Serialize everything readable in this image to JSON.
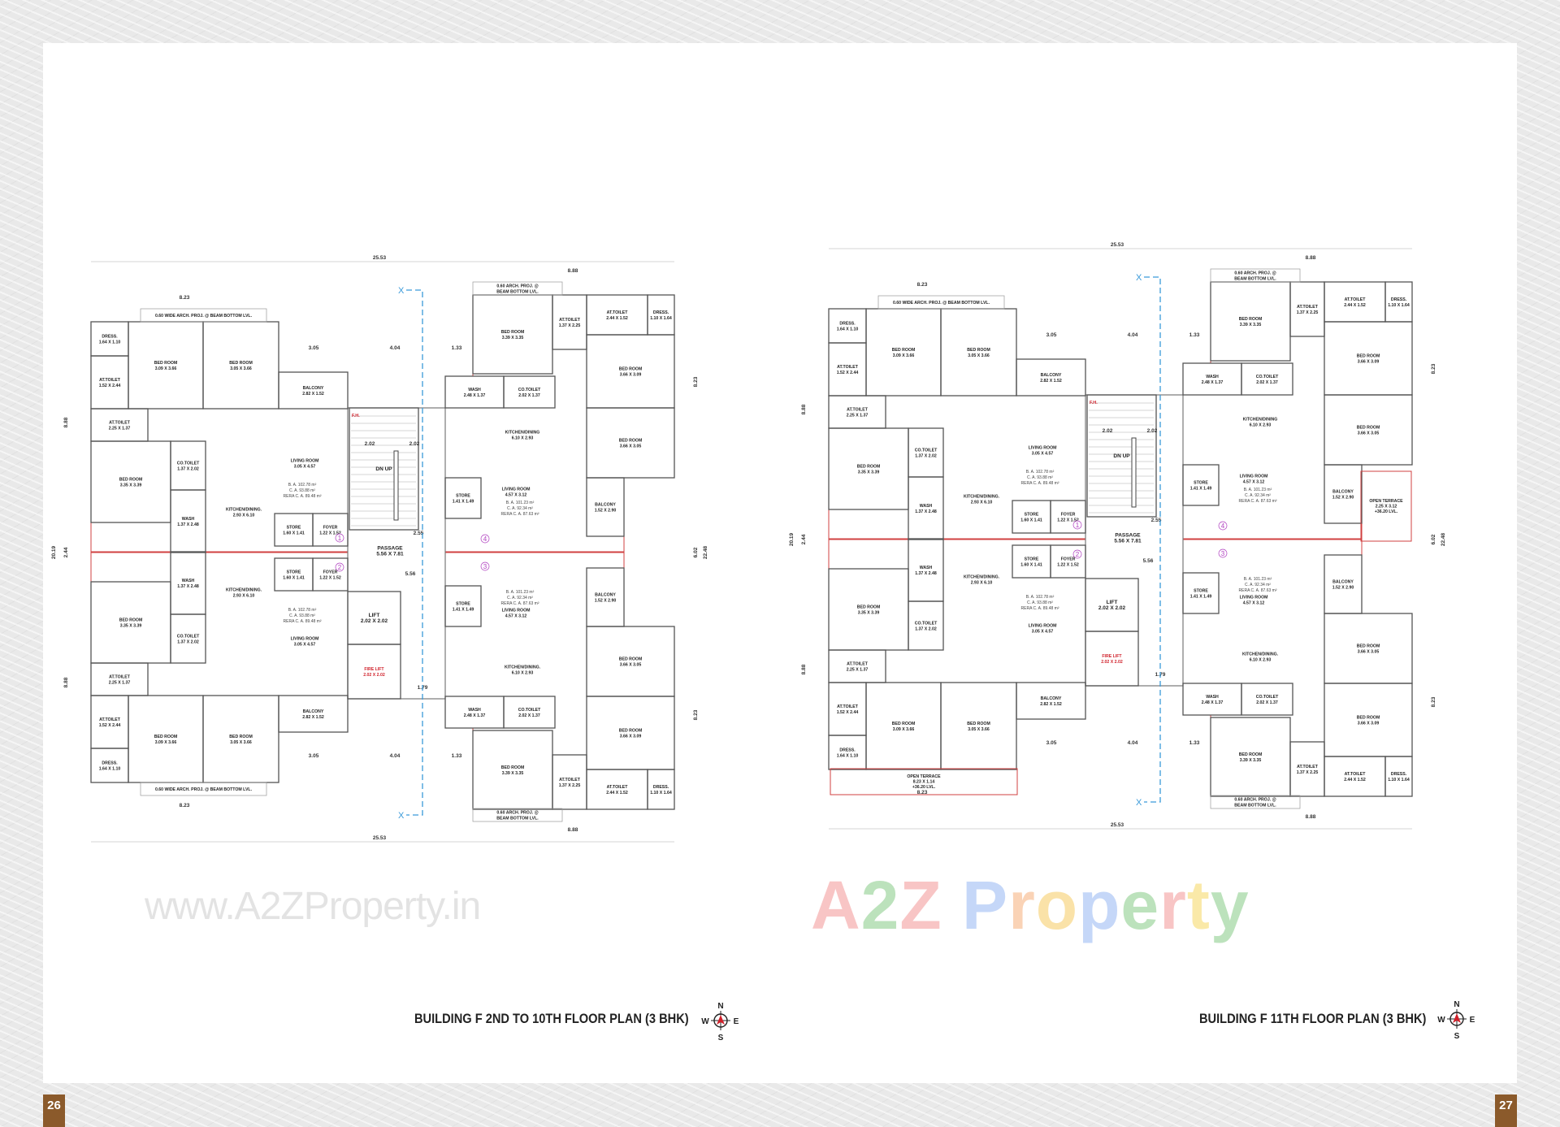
{
  "pages": {
    "left": "26",
    "right": "27"
  },
  "colors": {
    "wall": "#555555",
    "flat_outline": "#d04040",
    "section_line": "#3a9ad9",
    "marker": "#b040c0",
    "page_tab": "#8b5a2b",
    "fire_lift": "#d0202a"
  },
  "watermarks": {
    "url": "www.A2ZProperty.in",
    "logo": [
      "A",
      "2",
      "Z",
      " ",
      "P",
      "r",
      "o",
      "p",
      "e",
      "r",
      "t",
      "y"
    ],
    "logo_colors": [
      "#f08080",
      "#6cbf6c",
      "#f08080",
      "#fff",
      "#7fa8f0",
      "#f5a060",
      "#f5c040",
      "#7fa8f0",
      "#6cbf6c",
      "#f08080",
      "#f5d040",
      "#6cbf6c"
    ]
  },
  "compass": {
    "n": "N",
    "s": "S",
    "e": "E",
    "w": "W",
    "icon": "compass-rose-icon"
  },
  "plans": [
    {
      "title": "BUILDING F 2ND TO 10TH FLOOR PLAN (3 BHK)",
      "rooms": [
        {
          "id": "f1_dress",
          "name": "DRESS.",
          "size": "1.64 X 1.10"
        },
        {
          "id": "f1_toilet",
          "name": "AT.TOILET",
          "size": "1.52 X 2.44"
        },
        {
          "id": "f1_bed1",
          "name": "BED ROOM",
          "size": "3.09 X 3.66"
        },
        {
          "id": "f1_bed2",
          "name": "BED ROOM",
          "size": "3.05 X 3.66"
        },
        {
          "id": "f1_balcony",
          "name": "BALCONY",
          "size": "2.82 X 1.52"
        },
        {
          "id": "f1_toilet2",
          "name": "AT.TOILET",
          "size": "2.25 X 1.37"
        },
        {
          "id": "f1_bed3",
          "name": "BED ROOM",
          "size": "3.35 X 3.39"
        },
        {
          "id": "f1_cotoilet",
          "name": "CO.TOILET",
          "size": "1.37 X 2.02"
        },
        {
          "id": "f1_wash",
          "name": "WASH",
          "size": "1.37 X 2.48"
        },
        {
          "id": "f1_kitchen",
          "name": "KITCHEN/DINING.",
          "size": "2.93 X 6.10"
        },
        {
          "id": "f1_living",
          "name": "LIVING ROOM",
          "size": "3.05 X 4.57"
        },
        {
          "id": "f1_store",
          "name": "STORE",
          "size": "1.60 X 1.41"
        },
        {
          "id": "f1_foyer",
          "name": "FOYER",
          "size": "1.22 X 1.52"
        },
        {
          "id": "f2_dress",
          "name": "DRESS.",
          "size": "1.64 X 1.10"
        },
        {
          "id": "f2_toilet",
          "name": "AT.TOILET",
          "size": "1.52 X 2.44"
        },
        {
          "id": "f2_bed1",
          "name": "BED ROOM",
          "size": "3.09 X 3.66"
        },
        {
          "id": "f2_bed2",
          "name": "BED ROOM",
          "size": "3.05 X 3.66"
        },
        {
          "id": "f2_balcony",
          "name": "BALCONY",
          "size": "2.82 X 1.52"
        },
        {
          "id": "f2_toilet2",
          "name": "AT.TOILET",
          "size": "2.25 X 1.37"
        },
        {
          "id": "f2_bed3",
          "name": "BED ROOM",
          "size": "3.35 X 3.39"
        },
        {
          "id": "f2_cotoilet",
          "name": "CO.TOILET",
          "size": "1.37 X 2.02"
        },
        {
          "id": "f2_wash",
          "name": "WASH",
          "size": "1.37 X 2.48"
        },
        {
          "id": "f2_kitchen",
          "name": "KITCHEN/DINING.",
          "size": "2.93 X 6.10"
        },
        {
          "id": "f2_living",
          "name": "LIVING ROOM",
          "size": "3.05 X 4.57"
        },
        {
          "id": "f2_store",
          "name": "STORE",
          "size": "1.60 X 1.41"
        },
        {
          "id": "f2_foyer",
          "name": "FOYER",
          "size": "1.22 X 1.52"
        },
        {
          "id": "c_stair",
          "name": "DN        UP",
          "size": ""
        },
        {
          "id": "c_passage",
          "name": "PASSAGE",
          "size": "5.56 X 7.81"
        },
        {
          "id": "c_lift",
          "name": "LIFT",
          "size": "2.02 X 2.02"
        },
        {
          "id": "c_firelift",
          "name": "FIRE LIFT",
          "size": "2.02 X 2.02"
        },
        {
          "id": "f4_bed1",
          "name": "BED ROOM",
          "size": "3.39 X 3.35"
        },
        {
          "id": "f4_attoilet1",
          "name": "AT.TOILET",
          "size": "1.37 X 2.25"
        },
        {
          "id": "f4_attoilet2",
          "name": "AT.TOILET",
          "size": "2.44 X 1.52"
        },
        {
          "id": "f4_dress",
          "name": "DRESS.",
          "size": "1.10 X 1.64"
        },
        {
          "id": "f4_bed2",
          "name": "BED ROOM",
          "size": "3.66 X 3.09"
        },
        {
          "id": "f4_bed3",
          "name": "BED ROOM",
          "size": "3.66 X 3.05"
        },
        {
          "id": "f4_wash",
          "name": "WASH",
          "size": "2.48 X 1.37"
        },
        {
          "id": "f4_cotoilet",
          "name": "CO.TOILET",
          "size": "2.02 X 1.37"
        },
        {
          "id": "f4_kitchen",
          "name": "KITCHEN/DINING",
          "size": "6.10 X 2.93"
        },
        {
          "id": "f4_living",
          "name": "LIVING ROOM",
          "size": "4.57 X 3.12"
        },
        {
          "id": "f4_store",
          "name": "STORE",
          "size": "1.41 X 1.49"
        },
        {
          "id": "f4_balcony",
          "name": "BALCONY",
          "size": "1.52 X 2.90"
        },
        {
          "id": "f3_bed1",
          "name": "BED ROOM",
          "size": "3.39 X 3.35"
        },
        {
          "id": "f3_attoilet1",
          "name": "AT.TOILET",
          "size": "1.37 X 2.25"
        },
        {
          "id": "f3_attoilet2",
          "name": "AT.TOILET",
          "size": "2.44 X 1.52"
        },
        {
          "id": "f3_dress",
          "name": "DRESS.",
          "size": "1.10 X 1.64"
        },
        {
          "id": "f3_bed2",
          "name": "BED ROOM",
          "size": "3.66 X 3.09"
        },
        {
          "id": "f3_bed3",
          "name": "BED ROOM",
          "size": "3.66 X 3.05"
        },
        {
          "id": "f3_wash",
          "name": "WASH",
          "size": "2.48 X 1.37"
        },
        {
          "id": "f3_cotoilet",
          "name": "CO.TOILET",
          "size": "2.02 X 1.37"
        },
        {
          "id": "f3_kitchen",
          "name": "KITCHEN/DINING.",
          "size": "6.10 X 2.93"
        },
        {
          "id": "f3_living",
          "name": "LIVING ROOM",
          "size": "4.57 X 3.12"
        },
        {
          "id": "f3_store",
          "name": "STORE",
          "size": "1.41 X 1.49"
        },
        {
          "id": "f3_balcony",
          "name": "BALCONY",
          "size": "1.52 X 2.90"
        },
        {
          "id": "p_top",
          "name": "0.60 WIDE ARCH. PROJ. @ BEAM BOTTOM LVL.",
          "size": ""
        },
        {
          "id": "p_bottom",
          "name": "0.60 WIDE ARCH. PROJ. @ BEAM BOTTOM LVL.",
          "size": ""
        },
        {
          "id": "p_rtop",
          "name": "0.60 ARCH. PROJ. @",
          "size": "BEAM BOTTOM LVL."
        },
        {
          "id": "p_rbottom",
          "name": "0.60 ARCH. PROJ. @",
          "size": "BEAM BOTTOM LVL."
        }
      ],
      "areas": [
        {
          "id": "a1",
          "ba": "B. A.  102.78 m²",
          "ca": "C. A.  93.88 m²",
          "rera": "RERA C. A.  89.48 m²"
        },
        {
          "id": "a2",
          "ba": "B. A.  102.78 m²",
          "ca": "C. A.  93.88 m²",
          "rera": "RERA C. A.  89.48 m²"
        },
        {
          "id": "a3",
          "ba": "B. A.  101.23 m²",
          "ca": "C. A.  92.34 m²",
          "rera": "RERA C. A.  87.63 m²"
        },
        {
          "id": "a4",
          "ba": "B. A.  101.23 m²",
          "ca": "C. A.  92.34 m²",
          "rera": "RERA C. A.  87.63 m²"
        }
      ],
      "dims": [
        {
          "id": "d_top_all",
          "v": "25.53"
        },
        {
          "id": "d_bot_all",
          "v": "25.53"
        },
        {
          "id": "d_top_l",
          "v": "8.23"
        },
        {
          "id": "d_bot_l",
          "v": "8.23"
        },
        {
          "id": "d_top_r",
          "v": "8.88"
        },
        {
          "id": "d_bot_r",
          "v": "8.88"
        },
        {
          "id": "d_t305",
          "v": "3.05"
        },
        {
          "id": "d_t404",
          "v": "4.04"
        },
        {
          "id": "d_t133",
          "v": "1.33"
        },
        {
          "id": "d_b305",
          "v": "3.05"
        },
        {
          "id": "d_b404",
          "v": "4.04"
        },
        {
          "id": "d_b133",
          "v": "1.33"
        },
        {
          "id": "d_l2019",
          "v": "20.19"
        },
        {
          "id": "d_l888a",
          "v": "8.88"
        },
        {
          "id": "d_l244",
          "v": "2.44"
        },
        {
          "id": "d_l888b",
          "v": "8.88"
        },
        {
          "id": "d_r2248",
          "v": "22.48"
        },
        {
          "id": "d_r823a",
          "v": "8.23"
        },
        {
          "id": "d_r602",
          "v": "6.02"
        },
        {
          "id": "d_r823b",
          "v": "8.23"
        },
        {
          "id": "d_556",
          "v": "5.56"
        },
        {
          "id": "d_202a",
          "v": "2.02"
        },
        {
          "id": "d_202b",
          "v": "2.02"
        },
        {
          "id": "d_179",
          "v": "1.79"
        },
        {
          "id": "d_255",
          "v": "2.55"
        }
      ],
      "markers": [
        "1",
        "2",
        "3",
        "4"
      ],
      "section": "X",
      "fh": "F.H."
    },
    {
      "title": "BUILDING F 11TH FLOOR PLAN (3 BHK)",
      "extra_rooms": [
        {
          "id": "t_bottom",
          "name": "OPEN TERRACE",
          "size": "8.23 X 1.14",
          "lvl": "+36.20 LVL."
        },
        {
          "id": "t_right",
          "name": "OPEN TERRACE",
          "size": "2.25 X 3.12",
          "lvl": "+36.20 LVL."
        }
      ]
    }
  ]
}
